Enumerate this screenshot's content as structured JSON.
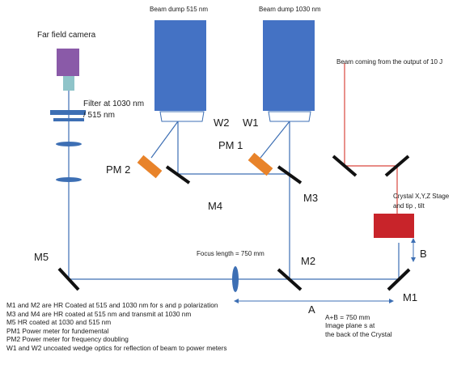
{
  "labels": {
    "beam_dump_515": "Beam dump 515 nm",
    "beam_dump_1030": "Beam dump 1030 nm",
    "far_field_camera": "Far field camera",
    "filter_line1": "Filter at 1030 nm",
    "filter_line2": "/ 515 nm",
    "beam_input": "Beam coming from the output of 10 J",
    "crystal_line1": "Crystal X,Y,Z Stage",
    "crystal_line2": "and tip , tilt",
    "focus_length": "Focus length = 750 mm",
    "w2": "W2",
    "w1": "W1",
    "pm1": "PM 1",
    "pm2": "PM 2",
    "m1": "M1",
    "m2": "M2",
    "m3": "M3",
    "m4": "M4",
    "m5": "M5",
    "a": "A",
    "b": "B"
  },
  "ab_notes": [
    "A+B = 750 mm",
    "Image plane s at",
    "the back of the Crystal"
  ],
  "notes": [
    "M1 and M2 are HR Coated at 515 and 1030 nm for s and p polarization",
    "M3 and M4 are HR coated at 515 nm and transmit at 1030 nm",
    "M5 HR coated at 1030 and 515 nm",
    "PM1 Power meter for fundemental",
    "PM2 Power meter for frequency doubling",
    "W1 and W2 uncoated wedge optics for reflection of beam to power meters"
  ],
  "colors": {
    "beam_blue": "#3d6fb4",
    "beam_dump_blue": "#4472c4",
    "beam_red": "#d9463e",
    "crystal_red": "#c8242a",
    "camera_purple": "#8a5aa8",
    "camera_teal": "#8fc4c9",
    "power_meter_orange": "#e8832a",
    "mirror_black": "#111111"
  }
}
